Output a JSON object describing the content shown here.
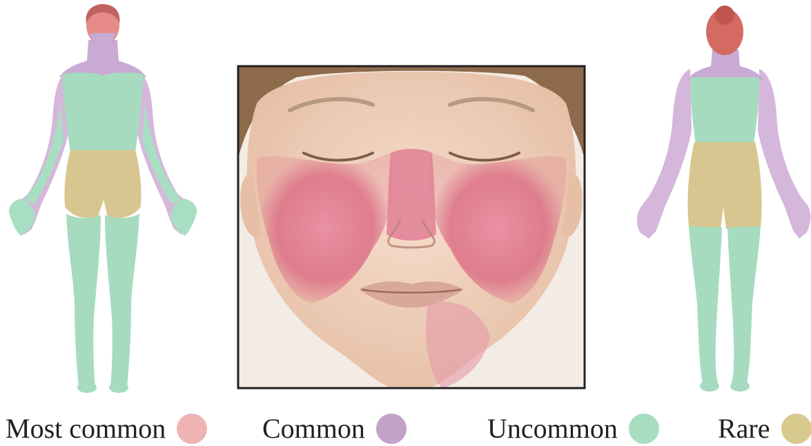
{
  "legend": [
    {
      "label": "Most common",
      "color": "#efb3b3"
    },
    {
      "label": "Common",
      "color": "#c3a2c8"
    },
    {
      "label": "Uncommon",
      "color": "#a8ddc0"
    },
    {
      "label": "Rare",
      "color": "#d8c98d"
    }
  ],
  "colors": {
    "most_common": "#e07a7a",
    "common": "#c9a9d6",
    "uncommon": "#9fdcbc",
    "rare": "#d6c58e",
    "skin": "#f1d2bd",
    "hair": "#8a6444",
    "rash": "#dc6f86",
    "frame": "#231f20"
  }
}
